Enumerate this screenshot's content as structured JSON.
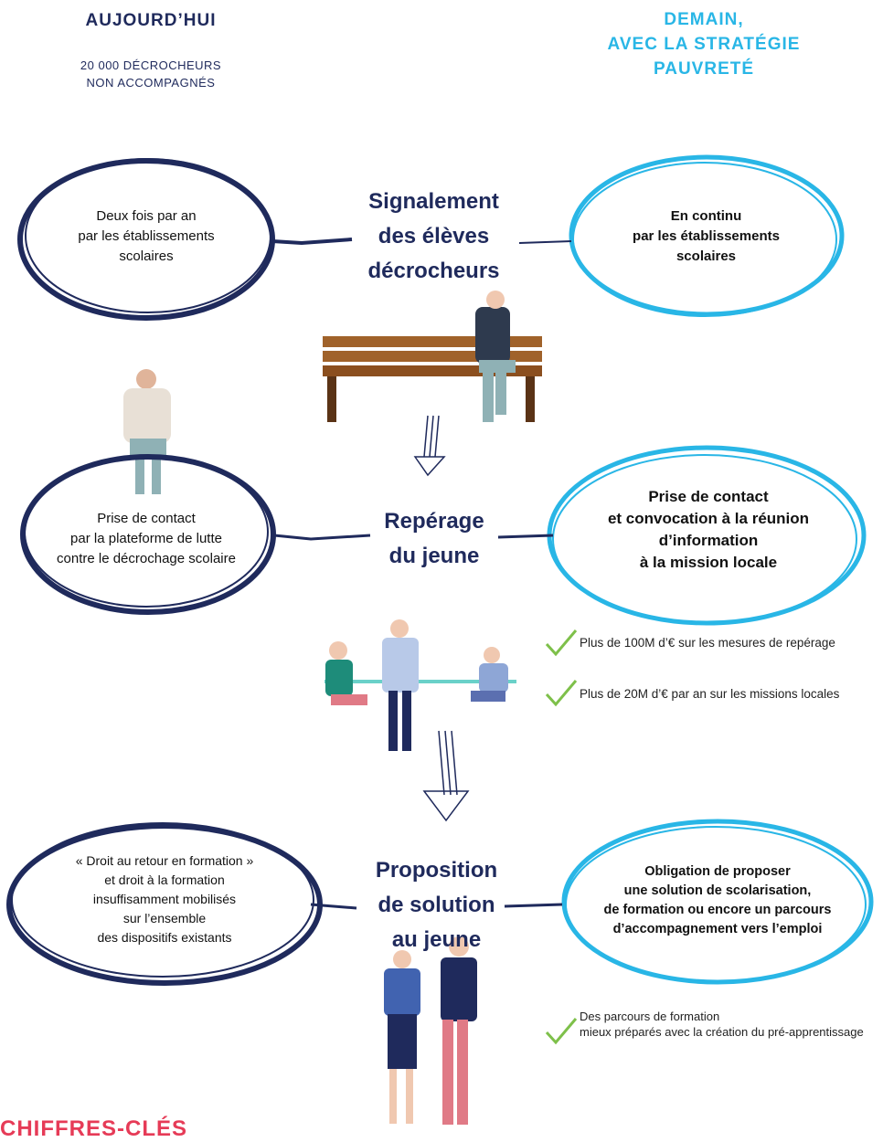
{
  "header": {
    "left_title": "AUJOURD’HUI",
    "left_subtitle": "20 000 DÉCROCHEURS\nNON ACCOMPAGNÉS",
    "right_title": "DEMAIN,\nAVEC LA STRATÉGIE\nPAUVRETÉ"
  },
  "stages": [
    {
      "label": "Signalement\ndes élèves\ndécrocheurs",
      "today": "Deux fois par an\npar les établissements\nscolaires",
      "tomorrow": "En continu\npar les établissements\nscolaires"
    },
    {
      "label": "Repérage\ndu jeune",
      "today": "Prise de contact\npar la plateforme de lutte\ncontre le décrochage scolaire",
      "tomorrow": "Prise de contact\net convocation à la réunion\nd’information\nà la mission locale"
    },
    {
      "label": "Proposition\nde solution\nau jeune",
      "today": "« Droit au retour en formation »\net droit à la formation\ninsuffisamment mobilisés\nsur l’ensemble\ndes dispositifs existants",
      "tomorrow": "Obligation de proposer\nune solution de scolarisation,\nde formation ou encore un parcours\nd’accompagnement vers l’emploi"
    }
  ],
  "bullets": [
    "Plus de 100M d’€ sur les mesures de repérage",
    "Plus de 20M d’€ par an sur les missions locales",
    "Des parcours de formation\nmieux préparés avec la création du pré-apprentissage"
  ],
  "footer": {
    "title": "CHIFFRES-CLÉS"
  },
  "colors": {
    "navy": "#1f2a5c",
    "cyan": "#29b6e6",
    "green": "#7ec04a",
    "red": "#e63b57"
  }
}
